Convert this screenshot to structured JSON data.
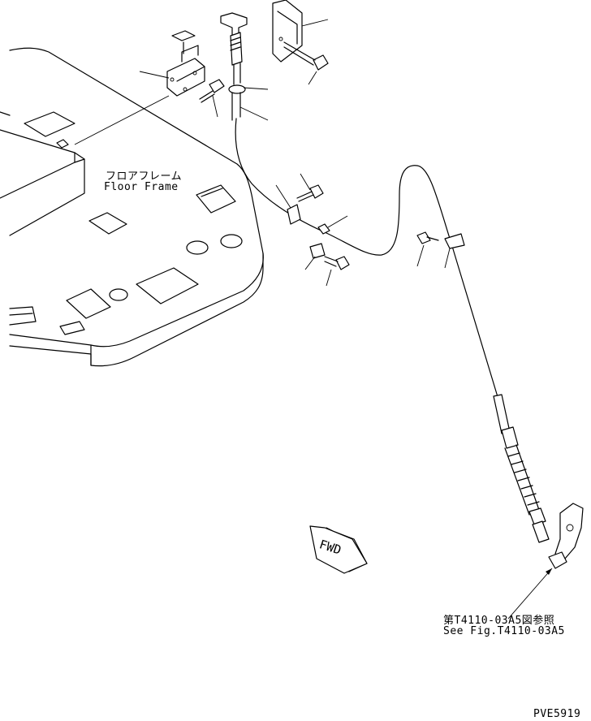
{
  "labels": {
    "floor_frame_jp": "フロアフレーム",
    "floor_frame_en": "Floor Frame",
    "see_fig_jp": "第T4110-03A5図参照",
    "see_fig_en": "See Fig.T4110-03A5",
    "fwd": "FWD",
    "drawing_code": "PVE5919"
  }
}
